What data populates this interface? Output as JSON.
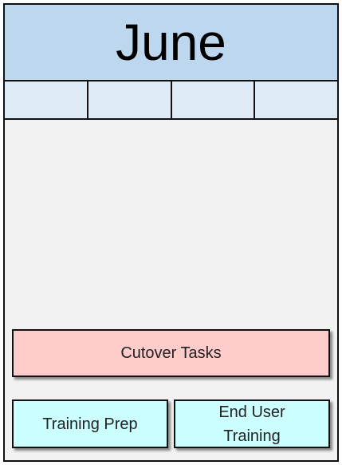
{
  "header": {
    "month": "June"
  },
  "weeks": [
    "",
    "",
    "",
    ""
  ],
  "tasks": {
    "cutover": "Cutover Tasks",
    "training_prep": "Training Prep",
    "end_user_training": "End User Training"
  },
  "colors": {
    "header_bg": "#bdd7ee",
    "week_row_bg": "#deebf7",
    "body_bg": "#f2f2f2",
    "cutover_bg": "#ffcccc",
    "training_bg": "#ccffff"
  }
}
